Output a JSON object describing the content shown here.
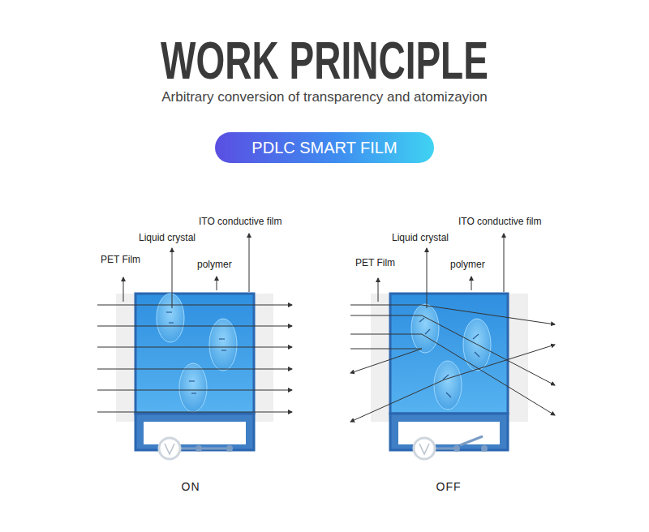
{
  "diagram": {
    "title": "WORK PRINCIPLE",
    "nodes": [
      {
        "text": [
          "PDLC SMART FILM"
        ]
      }
    ],
    "labels": [
      "Arbitrary conversion of transparency and atomizayion",
      "ITO conductive film",
      "Liquid crystal",
      "PET Film",
      "polymer",
      "ON",
      "ITO conductive film",
      "Liquid crystal",
      "PET Film",
      "polymer",
      "OFF"
    ]
  }
}
